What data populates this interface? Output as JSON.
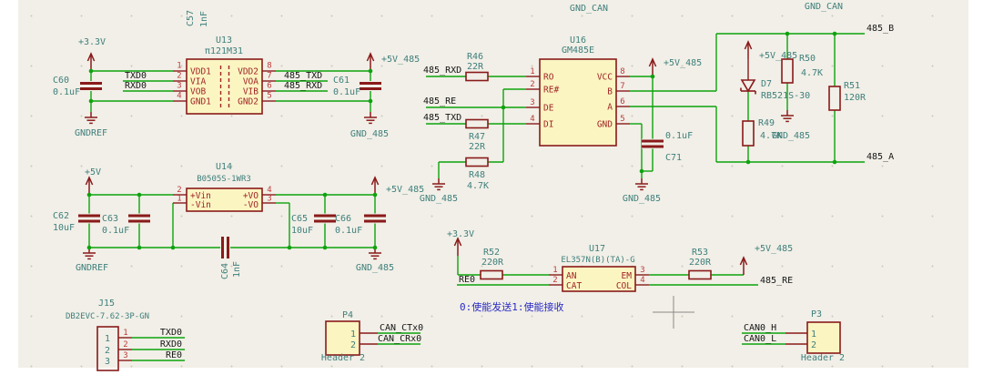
{
  "colors": {
    "canvas": "#F1EFE7",
    "wire_green": "#0DA30D",
    "symbol_dark_red": "#891A1A",
    "body_yellow": "#FBF5C2",
    "field_teal": "#3F7F7C",
    "net_label_black": "#161616",
    "pin_number_red": "#BE3A3A",
    "note_blue": "#2A2AC4"
  },
  "power": {
    "p3v3": "+3.3V",
    "p5v": "+5V",
    "p5v485": "+5V_485",
    "gndref": "GNDREF",
    "gnd485": "GND_485",
    "gndcan": "GND_CAN"
  },
  "nets": {
    "txd0": "TXD0",
    "rxd0": "RXD0",
    "re0": "RE0",
    "tx485": "485_TXD",
    "rx485": "485_RXD",
    "re485": "485_RE",
    "b485": "485_B",
    "a485": "485_A",
    "can_ctx0": "CAN_CTx0",
    "can_crx0": "CAN_CRx0",
    "can0_h": "CAN0_H",
    "can0_l": "CAN0_L"
  },
  "note": {
    "text": "0:使能发送1:使能接收"
  },
  "components": {
    "c57": {
      "ref": "C57",
      "value": "1nF"
    },
    "c60": {
      "ref": "C60",
      "value": "0.1uF"
    },
    "c61": {
      "ref": "C61",
      "value": "0.1uF"
    },
    "c62": {
      "ref": "C62",
      "value": "10uF"
    },
    "c63": {
      "ref": "C63",
      "value": "0.1uF"
    },
    "c64": {
      "ref": "C64",
      "value": "1nF"
    },
    "c65": {
      "ref": "C65",
      "value": "10uF"
    },
    "c66": {
      "ref": "C66",
      "value": "0.1uF"
    },
    "c71": {
      "ref": "C71",
      "value": "0.1uF"
    },
    "r46": {
      "ref": "R46",
      "value": "22R"
    },
    "r47": {
      "ref": "R47",
      "value": "22R"
    },
    "r48": {
      "ref": "R48",
      "value": "4.7K"
    },
    "r49": {
      "ref": "R49",
      "value": "4.7K"
    },
    "r50": {
      "ref": "R50",
      "value": "4.7K"
    },
    "r51": {
      "ref": "R51",
      "value": "120R"
    },
    "r52": {
      "ref": "R52",
      "value": "220R"
    },
    "r53": {
      "ref": "R53",
      "value": "220R"
    },
    "d7": {
      "ref": "D7",
      "value": "RB521S-30"
    },
    "u13": {
      "ref": "U13",
      "value": "π121M31",
      "left": [
        {
          "n": "1",
          "name": "VDD1"
        },
        {
          "n": "2",
          "name": "VIA"
        },
        {
          "n": "3",
          "name": "VOB"
        },
        {
          "n": "4",
          "name": "GND1"
        }
      ],
      "right": [
        {
          "n": "8",
          "name": "VDD2"
        },
        {
          "n": "7",
          "name": "VOA"
        },
        {
          "n": "6",
          "name": "VIB"
        },
        {
          "n": "5",
          "name": "GND2"
        }
      ]
    },
    "u14": {
      "ref": "U14",
      "value": "B0505S-1WR3",
      "left": [
        {
          "n": "2",
          "name": "+Vin"
        },
        {
          "n": "1",
          "name": "-Vin"
        }
      ],
      "right": [
        {
          "n": "4",
          "name": "+VO"
        },
        {
          "n": "3",
          "name": "-VO"
        }
      ]
    },
    "u16": {
      "ref": "U16",
      "value": "GM485E",
      "left": [
        {
          "n": "1",
          "name": "RO"
        },
        {
          "n": "2",
          "name": "RE#"
        },
        {
          "n": "3",
          "name": "DE"
        },
        {
          "n": "4",
          "name": "DI"
        }
      ],
      "right": [
        {
          "n": "8",
          "name": "VCC"
        },
        {
          "n": "7",
          "name": "B"
        },
        {
          "n": "6",
          "name": "A"
        },
        {
          "n": "5",
          "name": "GND"
        }
      ]
    },
    "u17": {
      "ref": "U17",
      "value": "EL357N(B)(TA)-G",
      "left": [
        {
          "n": "1",
          "name": "AN"
        },
        {
          "n": "2",
          "name": "CAT"
        }
      ],
      "right": [
        {
          "n": "3",
          "name": "EM"
        },
        {
          "n": "4",
          "name": "COL"
        }
      ]
    },
    "j15": {
      "ref": "J15",
      "value": "DB2EVC-7.62-3P-GN",
      "pins": [
        "1",
        "2",
        "3"
      ]
    },
    "p4": {
      "ref": "P4",
      "value": "Header 2",
      "pins": [
        "1",
        "2"
      ]
    },
    "p3": {
      "ref": "P3",
      "value": "Header 2",
      "pins": [
        "1",
        "2"
      ]
    }
  }
}
